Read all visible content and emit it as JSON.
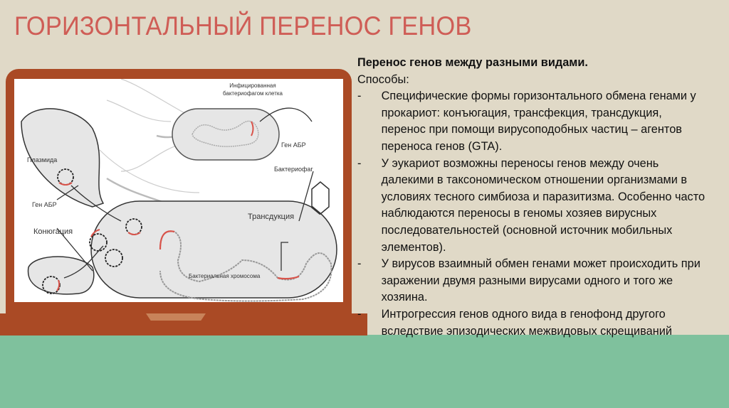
{
  "title": "ГОРИЗОНТАЛЬНЫЙ ПЕРЕНОС ГЕНОВ",
  "diagram": {
    "labels": {
      "infected_cell": [
        "Инфицированная",
        "бактериофагом клетка"
      ],
      "abr_gene_top": "Ген АБР",
      "bacteriophage": "Бактериофаг",
      "plasmid": "Плазмида",
      "abr_gene_left": "Ген АБР",
      "conjugation": "Конюгация",
      "transduction": "Трансдукция",
      "chromosome": "Бактериальная хромосома"
    }
  },
  "content": {
    "heading": "Перенос генов между разными видами.",
    "subheading": "Способы:",
    "items": [
      {
        "dash": "-",
        "text": "Специфические формы горизонтального обмена генами у прокариот: конъюгация, трансфекция, трансдукция, перенос при помощи вирусоподобных частиц – агентов переноса генов (GTA)."
      },
      {
        "dash": "-",
        "text": "У эукариот возможны переносы генов между очень далекими в таксономическом отношении организмами в условиях тесного симбиоза и паразитизма. Особенно часто наблюдаются переносы в геномы хозяев вирусных последовательностей (основной источник мобильных элементов)."
      },
      {
        "dash": "-",
        "text": "У вирусов взаимный обмен генами может происходить при заражении двумя разными вирусами одного и того же хозяина."
      },
      {
        "dash": "-",
        "text": "Интрогрессия генов одного вида в генофонд другого вследствие эпизодических межвидовых скрещиваний"
      }
    ]
  },
  "colors": {
    "title": "#cf5d56",
    "laptop": "#aa4a25",
    "background": "#e0d9c7",
    "green": "#7fc19d",
    "gene": "#d9534a"
  }
}
